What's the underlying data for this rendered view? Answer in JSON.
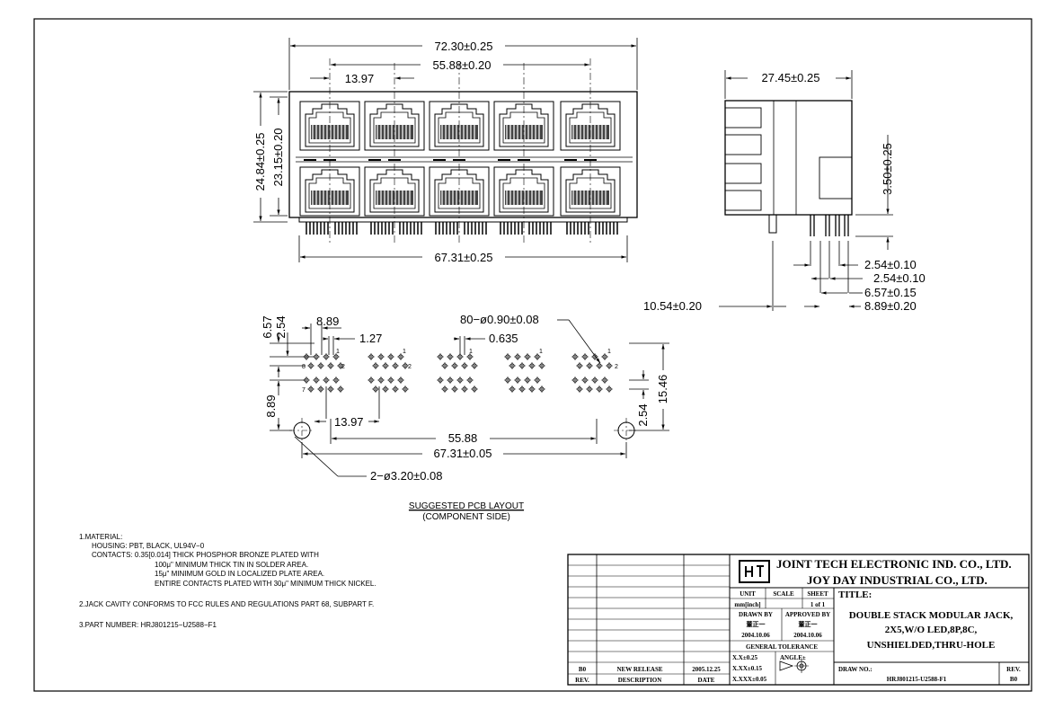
{
  "dims": {
    "overall_width": "72.30±0.25",
    "pitch_span": "55.88±0.20",
    "port_pitch": "13.97",
    "overall_height": "24.84±0.25",
    "body_height": "23.15±0.20",
    "pin_span": "67.31±0.25",
    "depth": "27.45±0.25",
    "standoff": "3.50±0.25",
    "pin_a": "2.54±0.10",
    "pin_b": "2.54±0.10",
    "pin_c": "6.57±0.15",
    "pin_d": "8.89±0.20",
    "pin_e": "10.54±0.20"
  },
  "pcb": {
    "d_657": "6.57",
    "d_254a": "2.54",
    "d_889a": "8.89",
    "d_127": "1.27",
    "holes": "80−ø0.90±0.08",
    "d_0635": "0.635",
    "d_889b": "8.89",
    "d_1397": "13.97",
    "d_5588": "55.88",
    "d_6731": "67.31±0.05",
    "d_254b": "2.54",
    "d_1546": "15.46",
    "mount": "2−ø3.20±0.08",
    "pin1": "1",
    "pin2": "2",
    "pin7": "7",
    "pin8": "8",
    "caption1": "SUGGESTED PCB LAYOUT",
    "caption2": "(COMPONENT SIDE)"
  },
  "notes": [
    "1.MATERIAL:",
    "HOUSING: PBT, BLACK, UL94V−0",
    "CONTACTS: 0.35[0.014] THICK PHOSPHOR BRONZE PLATED WITH",
    "100μ\" MINIMUM THICK TIN IN SOLDER AREA.",
    "15μ\" MINIMUM GOLD IN LOCALIZED PLATE AREA.",
    "ENTIRE CONTACTS PLATED WITH 30μ\" MINIMUM THICK NICKEL.",
    "2.JACK CAVITY CONFORMS TO FCC RULES AND REGULATIONS PART 68, SUBPART F.",
    "3.PART NUMBER: HRJ801215−U2588−F1"
  ],
  "title_block": {
    "company1": "JOINT TECH ELECTRONIC IND. CO., LTD.",
    "company2": "JOY DAY INDUSTRIAL CO., LTD.",
    "unit_label": "UNIT",
    "unit_value": "mm[inch]",
    "scale_label": "SCALE",
    "sheet_label": "SHEET",
    "sheet_value": "1 of 1",
    "drawn_by": "DRAWN BY",
    "drawn_name": "董正一",
    "drawn_date": "2004.10.06",
    "approved_by": "APPROVED BY",
    "approved_name": "董正一",
    "approved_date": "2004.10.06",
    "tol_header": "GENERAL TOLERANCE",
    "tol1": "X.X±0.25",
    "tol2": "X.XX±0.15",
    "tol3": "X.XXX±0.05",
    "angle": "ANGLE±",
    "title_label": "TITLE:",
    "title1": "DOUBLE STACK MODULAR JACK,",
    "title2": "2X5,W/O LED,8P,8C,",
    "title3": "UNSHIELDED,THRU-HOLE",
    "draw_no_label": "DRAW NO.:",
    "draw_no": "HRJ801215-U2588-F1",
    "rev_label": "REV.",
    "rev_value": "B0",
    "rev_row_rev": "B0",
    "rev_row_desc": "NEW RELEASE",
    "rev_row_date": "2005.12.25",
    "hdr_rev": "REV.",
    "hdr_desc": "DESCRIPTION",
    "hdr_date": "DATE"
  }
}
